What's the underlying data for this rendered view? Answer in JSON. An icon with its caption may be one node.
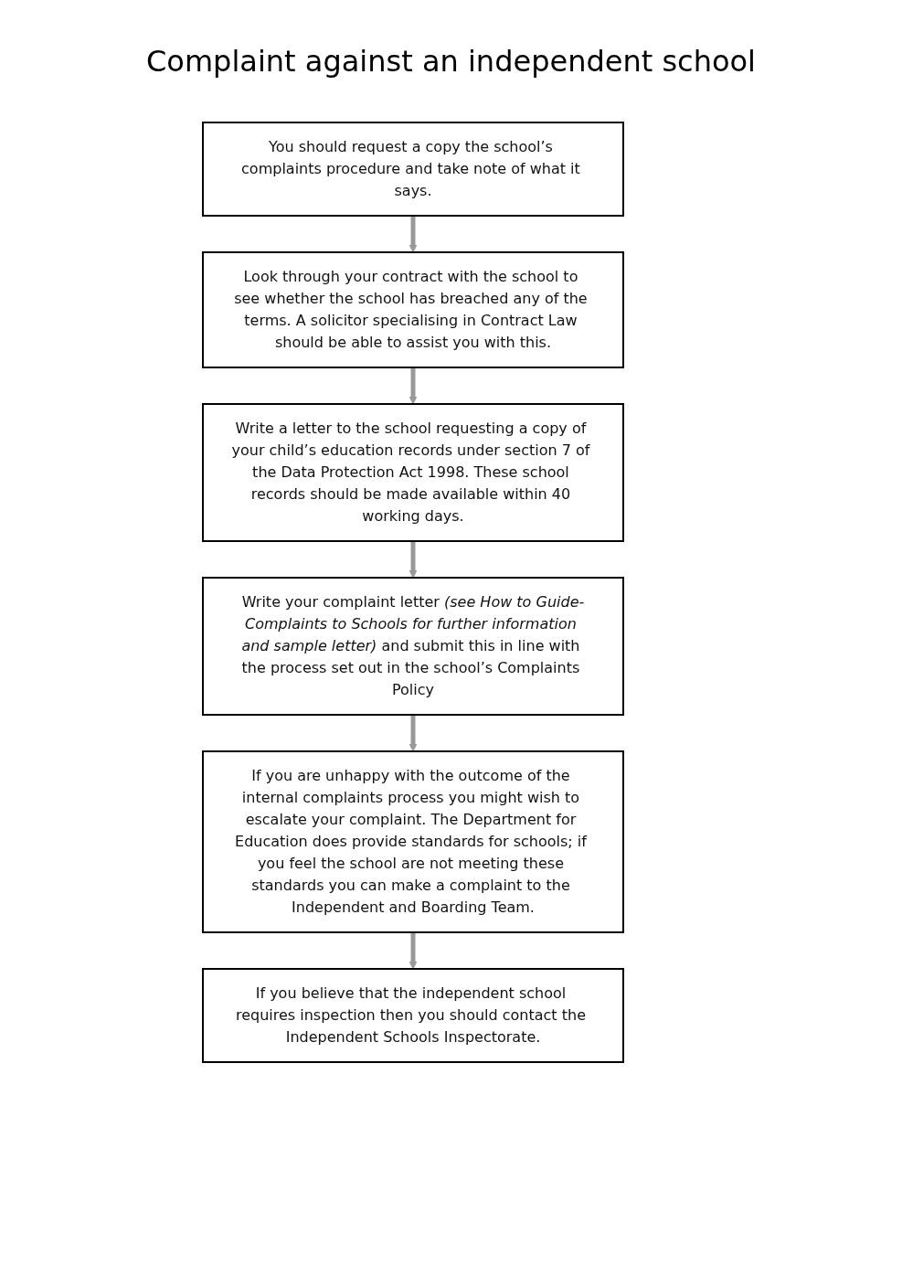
{
  "diagram": {
    "title": "Complaint against an independent school",
    "nodes": [
      {
        "text": [
          "You should request a copy the school’s complaints procedure and take note of what it says."
        ]
      },
      {
        "text": [
          "Look through your contract with the school to see whether the school has breached any of the terms. A solicitor specialising in Contract Law should be able to assist you with this."
        ]
      },
      {
        "text": [
          "Write a letter to the school requesting a copy of your child’s education records under section 7 of the Data Protection Act 1998. These school records should be made available within 40 working days."
        ]
      },
      {
        "text": [
          "Write your complaint letter *(see How to Guide-Complaints to Schools for further information and sample letter)* and submit this in line with the process set out in the school’s Complaints Policy"
        ]
      },
      {
        "text": [
          "If you are unhappy with the outcome of the internal complaints process you might wish to escalate your complaint. The Department for Education does provide standards for schools; if you feel the school are not meeting these standards you can make a complaint to the Independent and Boarding Team."
        ]
      },
      {
        "text": [
          "If you believe that the independent school requires inspection then you should contact the Independent Schools Inspectorate."
        ]
      }
    ],
    "edges": [
      {
        "from": 0,
        "to": 1,
        "arrow": "to"
      },
      {
        "from": 1,
        "to": 2,
        "arrow": "to"
      },
      {
        "from": 2,
        "to": 3,
        "arrow": "to"
      },
      {
        "from": 3,
        "to": 4,
        "arrow": "to"
      },
      {
        "from": 4,
        "to": 5,
        "arrow": "to"
      }
    ]
  }
}
